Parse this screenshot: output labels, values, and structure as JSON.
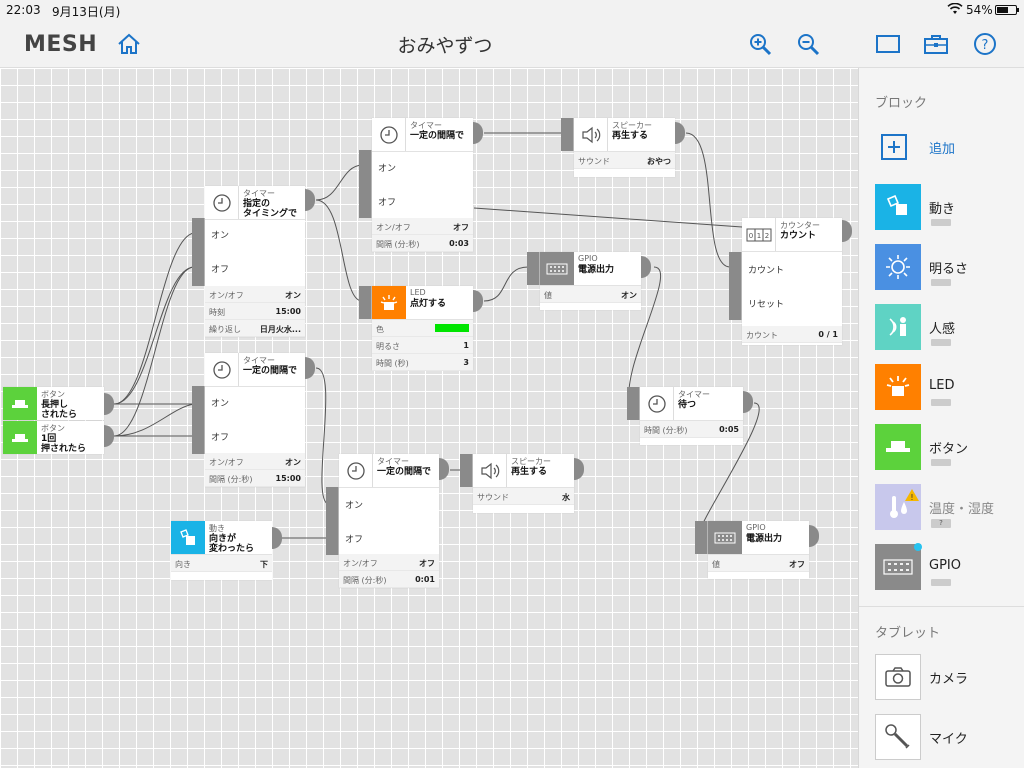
{
  "status": {
    "time": "22:03",
    "date": "9月13日(月)",
    "battery": "54%"
  },
  "header": {
    "logo": "MESH",
    "title": "おみやずつ"
  },
  "blocks": {
    "timer1": {
      "cat": "タイマー",
      "name1": "指定の",
      "name2": "タイミングで",
      "port1": "オン",
      "port2": "オフ",
      "p1k": "オン/オフ",
      "p1v": "オン",
      "p2k": "時刻",
      "p2v": "15:00",
      "p3k": "繰り返し",
      "p3v": "日月火水..."
    },
    "timer2": {
      "cat": "タイマー",
      "name": "一定の間隔で",
      "port1": "オン",
      "port2": "オフ",
      "p1k": "オン/オフ",
      "p1v": "オフ",
      "p2k": "間隔 (分:秒)",
      "p2v": "0:03"
    },
    "speaker1": {
      "cat": "スピーカー",
      "name": "再生する",
      "p1k": "サウンド",
      "p1v": "おやつ"
    },
    "counter": {
      "cat": "カウンター",
      "name": "カウント",
      "port1": "カウント",
      "port2": "リセット",
      "p1k": "カウント",
      "p1v": "0 / 1"
    },
    "led": {
      "cat": "LED",
      "name": "点灯する",
      "p1k": "色",
      "p2k": "明るさ",
      "p2v": "1",
      "p3k": "時間 (秒)",
      "p3v": "3"
    },
    "gpio1": {
      "cat": "GPIO",
      "name": "電源出力",
      "p1k": "値",
      "p1v": "オン"
    },
    "button1": {
      "cat": "ボタン",
      "name1": "長押し",
      "name2": "されたら"
    },
    "button2": {
      "cat": "ボタン",
      "name1": "1回",
      "name2": "押されたら"
    },
    "timer3": {
      "cat": "タイマー",
      "name": "一定の間隔で",
      "port1": "オン",
      "port2": "オフ",
      "p1k": "オン/オフ",
      "p1v": "オン",
      "p2k": "間隔 (分:秒)",
      "p2v": "15:00"
    },
    "timer4": {
      "cat": "タイマー",
      "name": "待つ",
      "p1k": "時間 (分:秒)",
      "p1v": "0:05"
    },
    "timer5": {
      "cat": "タイマー",
      "name": "一定の間隔で",
      "port1": "オン",
      "port2": "オフ",
      "p1k": "オン/オフ",
      "p1v": "オフ",
      "p2k": "間隔 (分:秒)",
      "p2v": "0:01"
    },
    "speaker2": {
      "cat": "スピーカー",
      "name": "再生する",
      "p1k": "サウンド",
      "p1v": "水"
    },
    "motion": {
      "cat": "動き",
      "name1": "向きが",
      "name2": "変わったら",
      "p1k": "向き",
      "p1v": "下"
    },
    "gpio2": {
      "cat": "GPIO",
      "name": "電源出力",
      "p1k": "値",
      "p1v": "オフ"
    }
  },
  "panel": {
    "section_blocks": "ブロック",
    "add_label": "追加",
    "items": [
      {
        "label": "動き",
        "color": "#1ab3e6"
      },
      {
        "label": "明るさ",
        "color": "#4a90e2"
      },
      {
        "label": "人感",
        "color": "#5fd3c4"
      },
      {
        "label": "LED",
        "color": "#ff8000"
      },
      {
        "label": "ボタン",
        "color": "#5cd23c"
      },
      {
        "label": "温度・湿度",
        "color": "#c8c8ec"
      },
      {
        "label": "GPIO",
        "color": "#8a8a8a"
      }
    ],
    "temp_badge": "?",
    "section_tablet": "タブレット",
    "tablet_items": [
      {
        "label": "カメラ"
      },
      {
        "label": "マイク"
      }
    ]
  },
  "colors": {
    "accent": "#1c74c8",
    "led_green": "#00e500"
  }
}
